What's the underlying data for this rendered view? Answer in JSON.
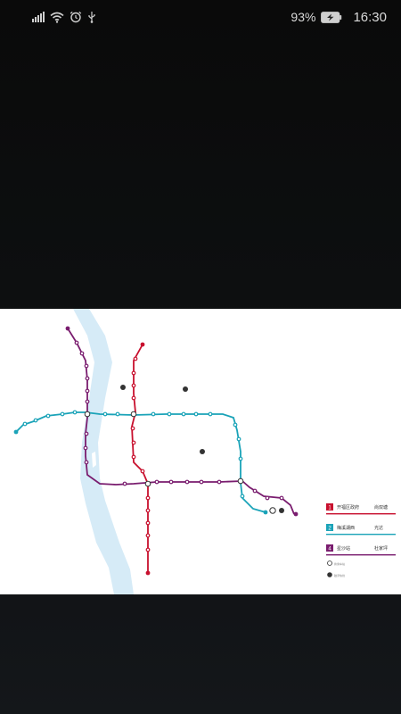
{
  "status_bar": {
    "battery_percent": "93%",
    "time": "16:30"
  },
  "map": {
    "line1_color": "#c8102e",
    "line2_color": "#1aa3b8",
    "line4_color": "#7a1d6f",
    "river_color": "#d6ebf7",
    "legend": [
      {
        "number": "1",
        "from": "开福区政府",
        "to": "尚双塘",
        "color": "#c8102e"
      },
      {
        "number": "2",
        "from": "梅溪湖西",
        "to": "光达",
        "color": "#1aa3b8"
      },
      {
        "number": "4",
        "from": "星沙站",
        "to": "杜家坪",
        "color": "#7a1d6f"
      }
    ],
    "legend_transfer_label": "换乘车站",
    "legend_airport_label": "磁浮快线"
  }
}
